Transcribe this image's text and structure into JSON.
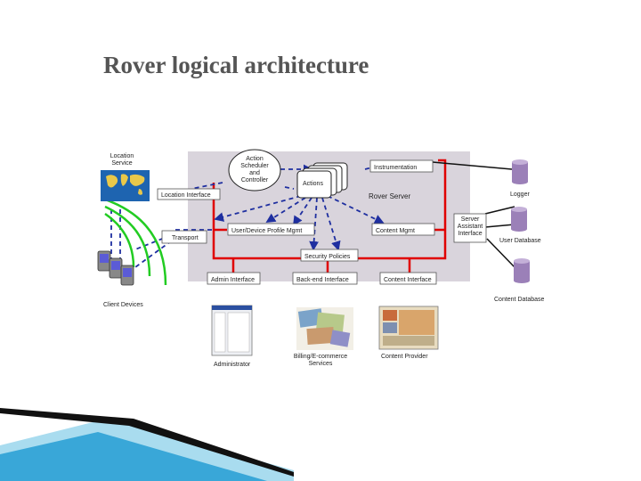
{
  "slide": {
    "title": "Rover logical architecture"
  },
  "diagram": {
    "location_service": "Location\nService",
    "location_interface": "Location Interface",
    "transport": "Transport",
    "client_devices": "Client Devices",
    "action_controller": "Action\nScheduler\nand\nController",
    "actions": "Actions",
    "instrumentation": "Instrumentation",
    "rover_server": "Rover Server",
    "user_device_profile_mgmt": "User/Device Profile Mgmt",
    "content_mgmt": "Content Mgmt",
    "security_policies": "Security Policies",
    "admin_interface": "Admin Interface",
    "backend_interface": "Back-end Interface",
    "content_interface": "Content Interface",
    "administrator": "Administrator",
    "billing_services": "Billing/E-commerce\nServices",
    "content_provider": "Content Provider",
    "server_assistant_interface": "Server\nAssistant\nInterface",
    "logger": "Logger",
    "user_database": "User Database",
    "content_database": "Content Database"
  },
  "colors": {
    "server_bg": "#d9d4dc",
    "red_line": "#e00000",
    "blue_dash": "#1f2fa0",
    "green_arc": "#22cc22",
    "db_purple": "#9b80b8",
    "accent_bar_dark": "#111111",
    "accent_bar_blue": "#39a7d8",
    "accent_bar_light": "#a9dcef"
  }
}
